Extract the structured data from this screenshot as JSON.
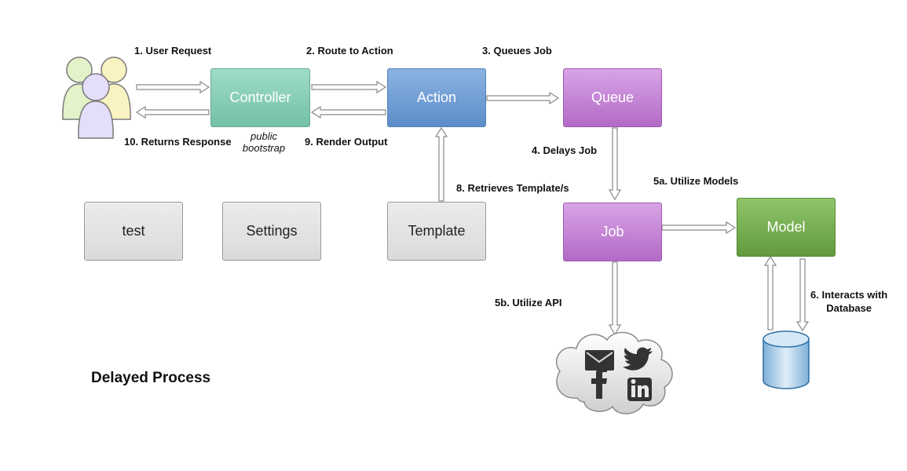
{
  "nodes": {
    "controller": "Controller",
    "action": "Action",
    "queue": "Queue",
    "job": "Job",
    "model": "Model",
    "template": "Template",
    "test": "test",
    "settings": "Settings"
  },
  "controller_note": [
    "public",
    "bootstrap"
  ],
  "steps": {
    "s1": "1. User Request",
    "s2": "2. Route to Action",
    "s3": "3. Queues Job",
    "s4": "4. Delays Job",
    "s5a": "5a. Utilize Models",
    "s5b": "5b. Utilize API",
    "s6": [
      "6. Interacts with",
      "Database"
    ],
    "s8": "8. Retrieves Template/s",
    "s9": "9. Render Output",
    "s10": "10. Returns Response"
  },
  "title": "Delayed Process",
  "icons": [
    "users-icon",
    "cloud-icon",
    "mail-icon",
    "twitter-icon",
    "facebook-icon",
    "linkedin-icon",
    "database-icon"
  ],
  "colors": {
    "controller": "#74c0a8",
    "action": "#5c8dc8",
    "queue": "#b26bc6",
    "job": "#b26bc6",
    "model": "#629a3d",
    "gray_box": "#dadada"
  }
}
